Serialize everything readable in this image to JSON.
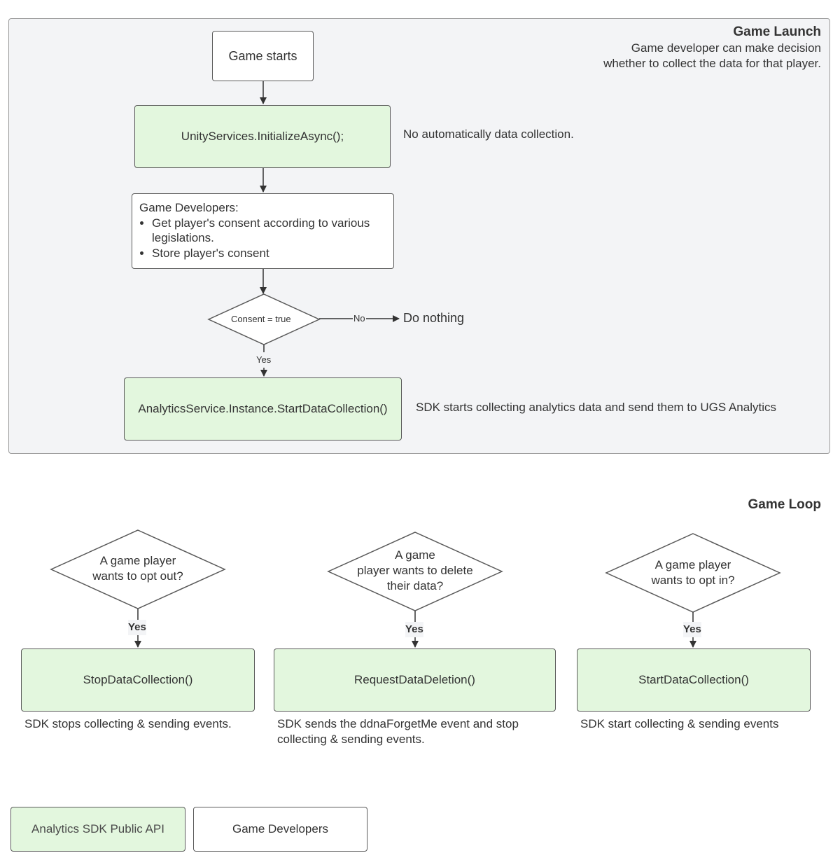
{
  "game_launch": {
    "title": "Game Launch",
    "note_line1": "Game developer can make decision",
    "note_line2": "whether to collect the data for that player.",
    "start_node": "Game starts",
    "initialize_node": "UnityServices.InitializeAsync();",
    "initialize_note": "No automatically data collection.",
    "developers_node": {
      "heading": "Game Developers:",
      "bullets": [
        "Get player's consent according to various legislations.",
        "Store player's consent"
      ]
    },
    "consent_decision": "Consent = true",
    "no_label": "No",
    "do_nothing": "Do nothing",
    "yes_label": "Yes",
    "start_collection_node": "AnalyticsService.Instance.StartDataCollection()",
    "start_collection_note": "SDK starts collecting analytics data and send them to UGS Analytics"
  },
  "game_loop": {
    "title": "Game Loop",
    "columns": [
      {
        "question_line1": "A game player",
        "question_line2": "wants to opt out?",
        "question_line3": "",
        "yes_label": "Yes",
        "api": "StopDataCollection()",
        "note_line1": "SDK stops collecting & sending events.",
        "note_line2": ""
      },
      {
        "question_line1": "A game",
        "question_line2": "player wants to delete",
        "question_line3": "their data?",
        "yes_label": "Yes",
        "api": "RequestDataDeletion()",
        "note_line1": "SDK sends the ddnaForgetMe event and stop",
        "note_line2": "collecting & sending events."
      },
      {
        "question_line1": "A game player",
        "question_line2": "wants to opt in?",
        "question_line3": "",
        "yes_label": "Yes",
        "api": "StartDataCollection()",
        "note_line1": "SDK start collecting & sending events",
        "note_line2": ""
      }
    ]
  },
  "legend": {
    "sdk_api": "Analytics SDK Public API",
    "game_developers": "Game Developers"
  },
  "colors": {
    "panel_bg": "#f3f4f6",
    "api_fill": "#e3f7de",
    "border": "#5a5a5a"
  }
}
